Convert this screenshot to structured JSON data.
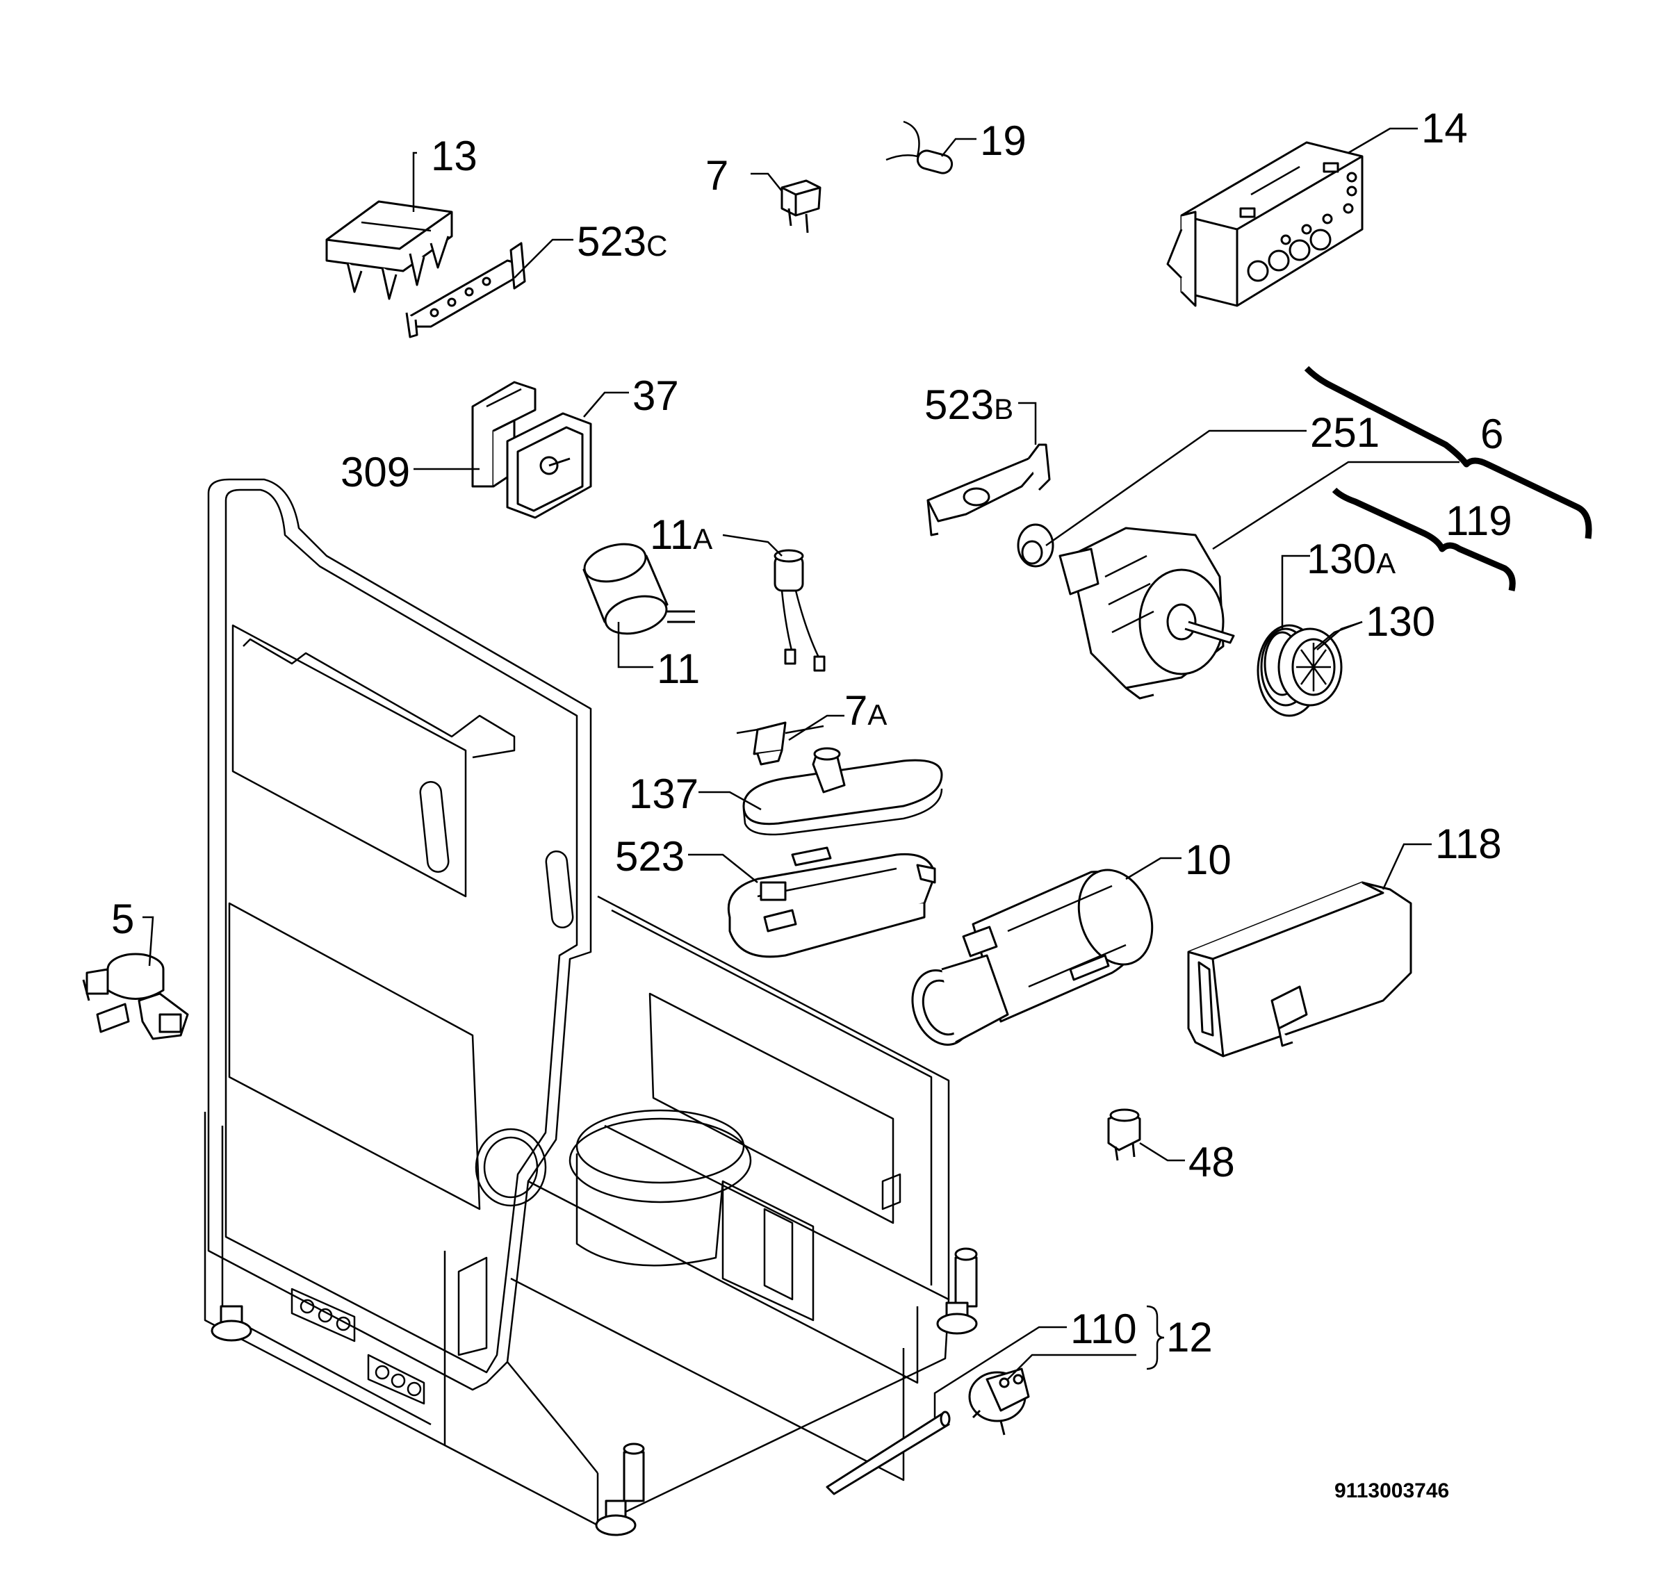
{
  "diagram": {
    "labels": [
      {
        "id": "13",
        "text": "13"
      },
      {
        "id": "523c",
        "text": "523",
        "suffix": "C"
      },
      {
        "id": "7",
        "text": "7"
      },
      {
        "id": "19",
        "text": "19"
      },
      {
        "id": "14",
        "text": "14"
      },
      {
        "id": "37",
        "text": "37"
      },
      {
        "id": "309",
        "text": "309"
      },
      {
        "id": "523b",
        "text": "523",
        "suffix": "B"
      },
      {
        "id": "251",
        "text": "251"
      },
      {
        "id": "6",
        "text": "6"
      },
      {
        "id": "119",
        "text": "119"
      },
      {
        "id": "11a",
        "text": "11",
        "suffix": "A"
      },
      {
        "id": "130a",
        "text": "130",
        "suffix": "A"
      },
      {
        "id": "130",
        "text": "130"
      },
      {
        "id": "11",
        "text": "11"
      },
      {
        "id": "7a",
        "text": "7",
        "suffix": "A"
      },
      {
        "id": "137",
        "text": "137"
      },
      {
        "id": "523",
        "text": "523"
      },
      {
        "id": "10",
        "text": "10"
      },
      {
        "id": "118",
        "text": "118"
      },
      {
        "id": "5",
        "text": "5"
      },
      {
        "id": "48",
        "text": "48"
      },
      {
        "id": "110",
        "text": "110"
      },
      {
        "id": "12",
        "text": "12"
      }
    ],
    "reference_number": "9113003746"
  }
}
